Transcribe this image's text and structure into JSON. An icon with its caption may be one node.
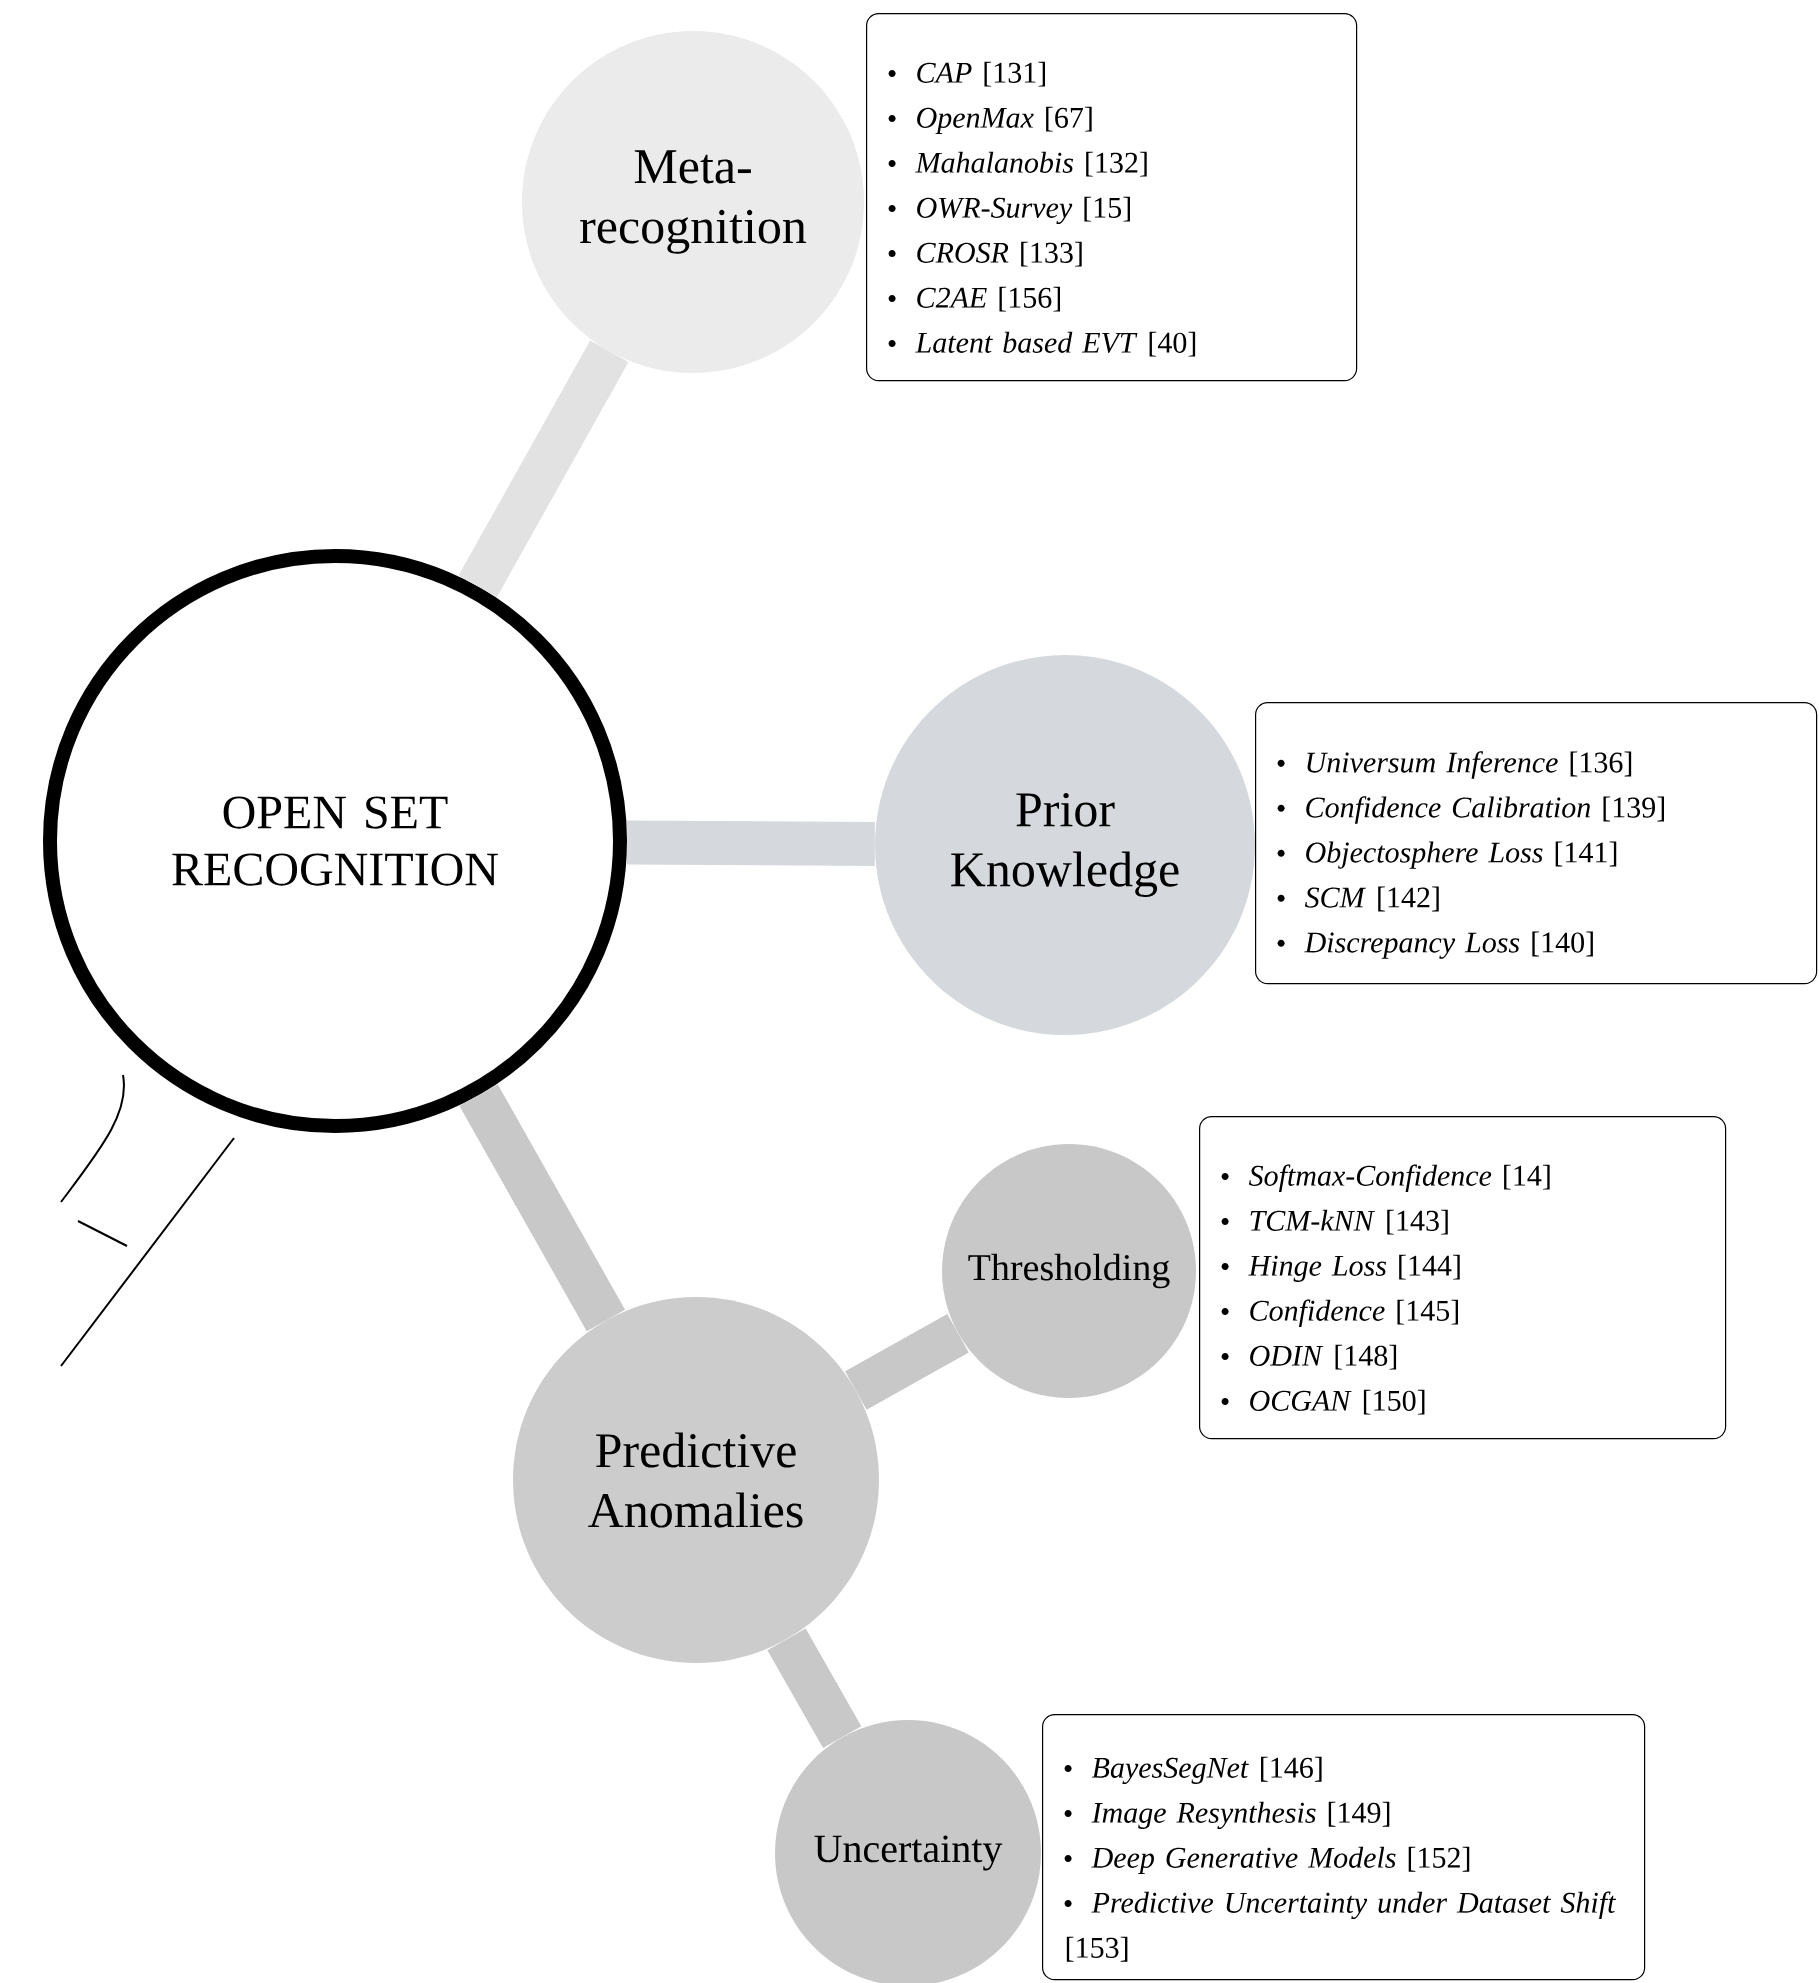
{
  "diagram": {
    "nodes": [
      {
        "text": [
          "OPEN SET RECOGNITION"
        ]
      },
      {
        "text": [
          "Meta-recognition"
        ]
      },
      {
        "text": [
          "*CAP* [131]",
          "*OpenMax* [67]",
          "*Mahalanobis* [132]",
          "*OWR-Survey* [15]",
          "*CROSR* [133]",
          "*C2AE* [156]",
          "*Latent based EVT* [40]"
        ]
      },
      {
        "text": [
          "Prior Knowledge"
        ]
      },
      {
        "text": [
          "*Universum Inference* [136]",
          "*Confidence Calibration* [139]",
          "*Objectosphere Loss* [141]",
          "*SCM* [142]",
          "*Discrepancy Loss* [140]"
        ]
      },
      {
        "text": [
          "Predictive Anomalies"
        ]
      },
      {
        "text": [
          "Thresholding"
        ]
      },
      {
        "text": [
          "*Softmax-Confidence* [14]",
          "*TCM-kNN* [143]",
          "*Hinge Loss* [144]",
          "*Confidence* [145]",
          "*ODIN* [148]",
          "*OCGAN* [150]"
        ]
      },
      {
        "text": [
          "Uncertainty"
        ]
      },
      {
        "text": [
          "*BayesSegNet* [146]",
          "*Image Resynthesis* [149]",
          "*Deep Generative Models* [152]",
          "*Predictive Uncertainty under Dataset Shift* [153]"
        ]
      }
    ],
    "edges": [
      {
        "from": 0,
        "to": 1,
        "arrow": "none",
        "color": "#e2e2e2"
      },
      {
        "from": 0,
        "to": 3,
        "arrow": "none",
        "color": "#d5d9dd"
      },
      {
        "from": 0,
        "to": 5,
        "arrow": "none"
      },
      {
        "from": 5,
        "to": 6,
        "arrow": "none"
      },
      {
        "from": 5,
        "to": 8,
        "arrow": "none"
      }
    ]
  }
}
